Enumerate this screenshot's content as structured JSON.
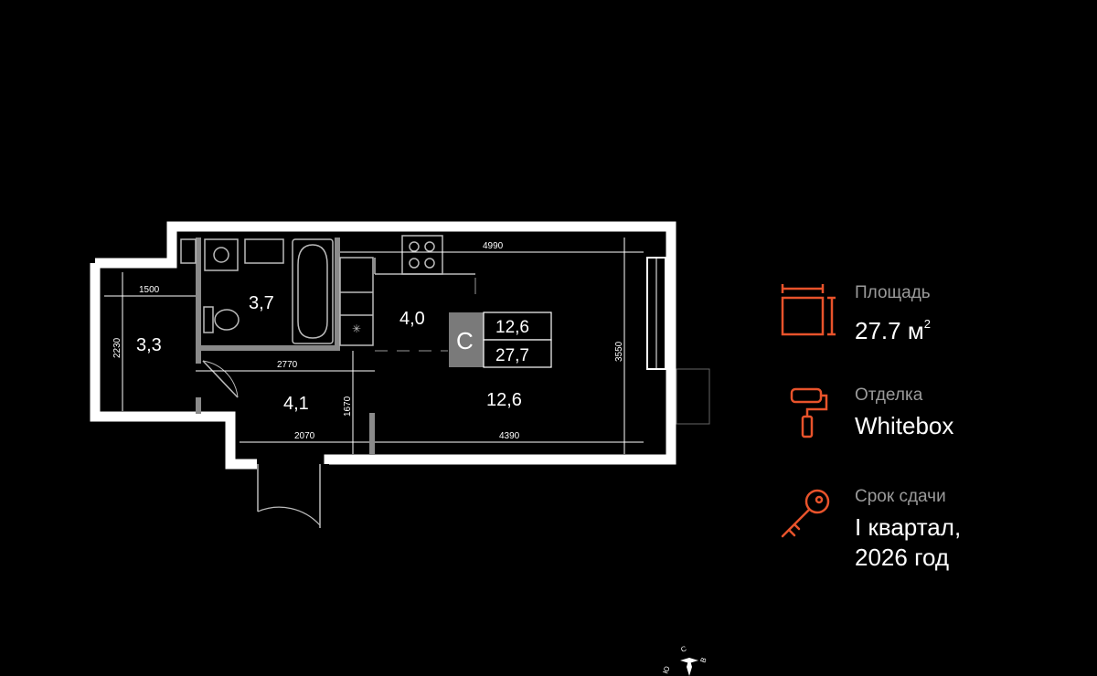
{
  "plan": {
    "rooms": [
      {
        "id": "balcony",
        "area": "3,3"
      },
      {
        "id": "bathroom",
        "area": "3,7"
      },
      {
        "id": "kitchen",
        "area": "4,0"
      },
      {
        "id": "hall",
        "area": "4,1"
      },
      {
        "id": "living",
        "area": "12,6"
      }
    ],
    "dimensions": {
      "balcony_width": "1500",
      "balcony_depth": "2230",
      "hall_width": "2770",
      "hall_depth": "1670",
      "entry_width": "2070",
      "room_width_bottom": "4390",
      "room_width_top": "4990",
      "room_depth": "3550"
    },
    "badge": {
      "letter": "С",
      "living_area": "12,6",
      "total_area": "27,7"
    }
  },
  "info": {
    "area": {
      "label": "Площадь",
      "value": "27.7 м",
      "unit_sup": "2",
      "icon": "floor-area-icon"
    },
    "finish": {
      "label": "Отделка",
      "value": "Whitebox",
      "icon": "paint-roller-icon"
    },
    "deadline": {
      "label": "Срок сдачи",
      "line1": "I квартал,",
      "line2": "2026 год",
      "icon": "key-icon"
    }
  },
  "compass": {
    "north": "С",
    "east": "В",
    "south": "Ю"
  },
  "colors": {
    "background": "#000000",
    "accent": "#e8532b",
    "label": "#9a9a9a",
    "wall": "#ffffff",
    "badge_bg": "#7a7a7a"
  }
}
